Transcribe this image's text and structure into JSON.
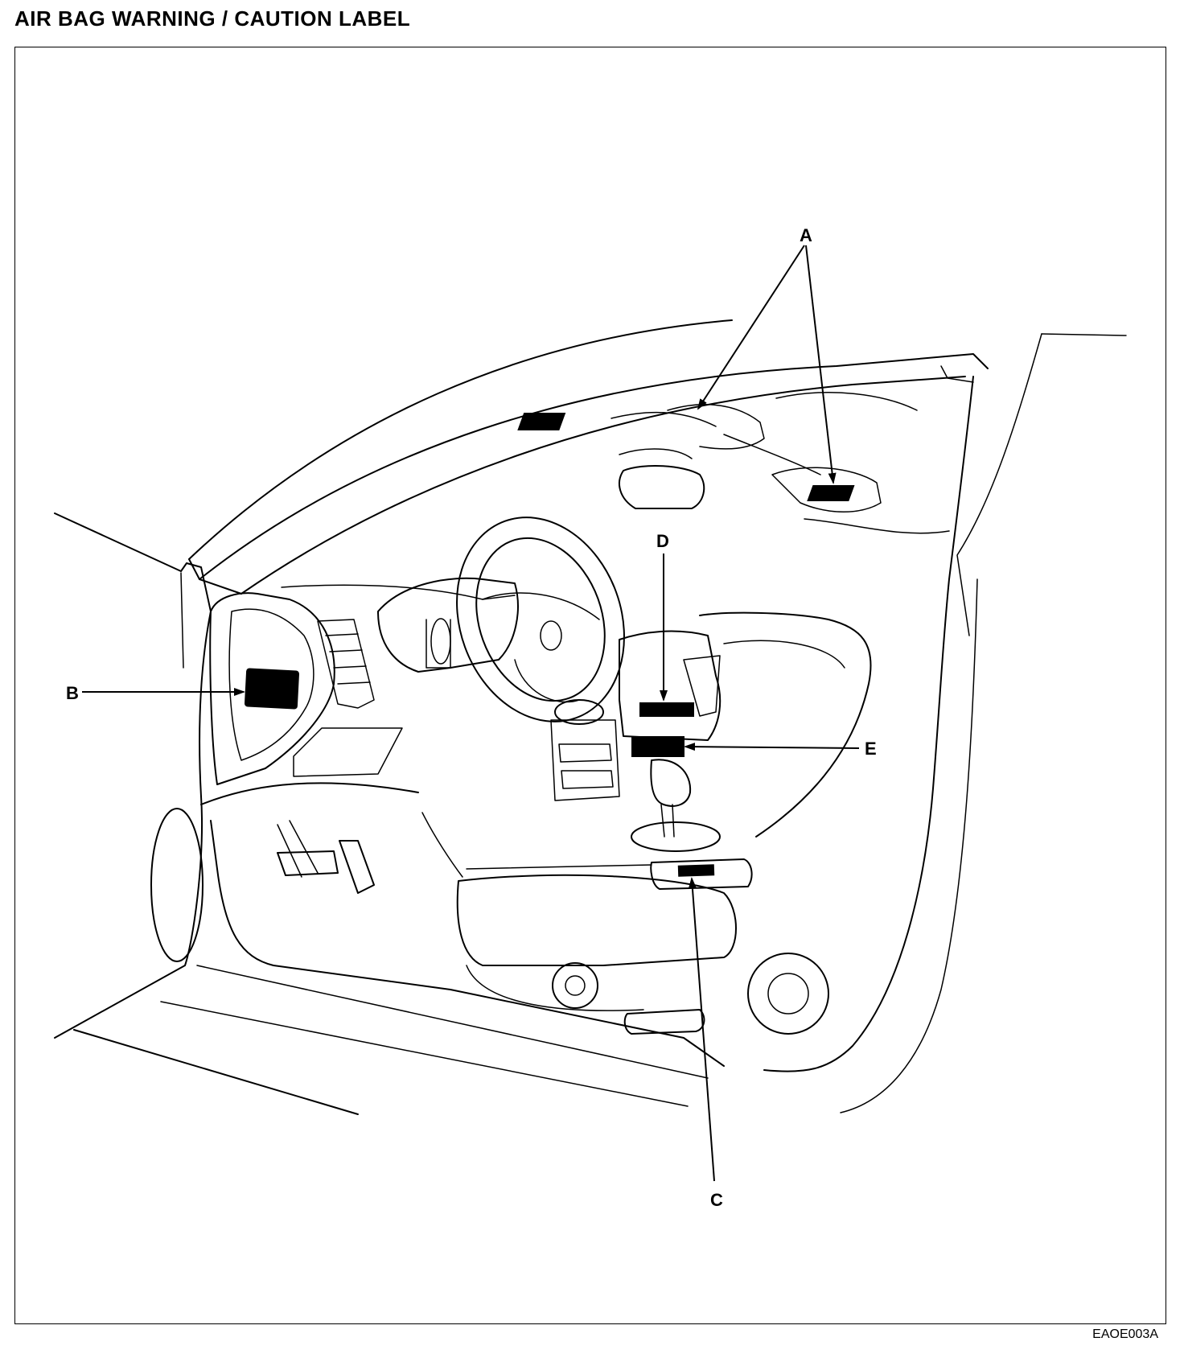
{
  "title": "AIR BAG WARNING / CAUTION LABEL",
  "figure_code": "EAOE003A",
  "callouts": {
    "A": "A",
    "B": "B",
    "C": "C",
    "D": "D",
    "E": "E"
  }
}
